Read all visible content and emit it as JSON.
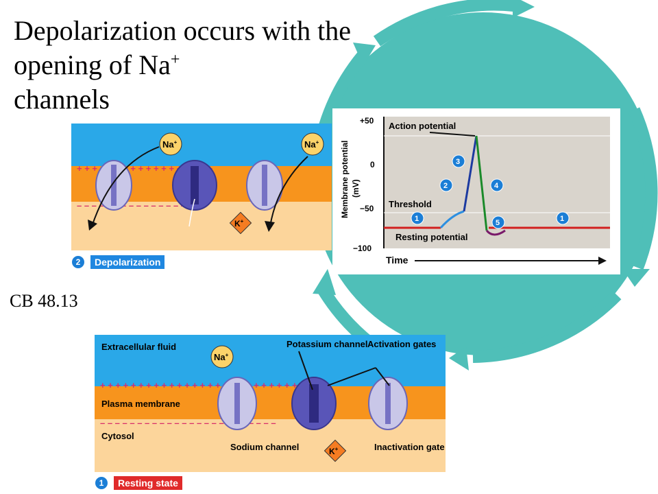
{
  "slide": {
    "title_main": "Depolarization occurs with the opening of Na",
    "title_sup": "+",
    "title_end": "channels",
    "caption": "CB 48.13"
  },
  "depolarization_panel": {
    "na_label": "Na",
    "na_sup": "+",
    "k_label": "K",
    "k_sup": "+",
    "plus_row": "+ + + + + + + + + + + + + + + + + +",
    "minus_row": "– – – – – – – – – – – – – – – – –",
    "stage_number": "2",
    "stage_label": "Depolarization",
    "stage_color": "#1f87e0"
  },
  "graph": {
    "ylabel_line1": "Membrane potential",
    "ylabel_line2": "(mV)",
    "xlabel": "Time",
    "ticks": [
      "+50",
      "0",
      "−50",
      "−100"
    ],
    "action_potential": "Action potential",
    "threshold": "Threshold",
    "resting_potential": "Resting potential",
    "markers": [
      "1",
      "2",
      "3",
      "4",
      "5",
      "1"
    ]
  },
  "resting_panel": {
    "extracellular": "Extracellular fluid",
    "plasma_membrane": "Plasma membrane",
    "cytosol": "Cytosol",
    "potassium_channel": "Potassium channel",
    "activation_gates": "Activation gates",
    "sodium_channel": "Sodium channel",
    "inactivation_gate": "Inactivation gate",
    "na_label": "Na",
    "na_sup": "+",
    "k_label": "K",
    "k_sup": "+",
    "plus_row": "+ + + + + + + + + + + + + + + + + + + + + + + + + +",
    "minus_row": "– – – – – – – – – – – – – – – – – – – – – – – –",
    "stage_number": "1",
    "stage_label": "Resting state",
    "stage_color": "#e02a2a"
  },
  "colors": {
    "teal": "#4fbfb8",
    "extracellular": "#2aa8e8",
    "membrane": "#f7941d",
    "cytosol": "#fcd59b",
    "graph_bg": "#d9d4cc",
    "resting_line": "#d21f1f"
  }
}
